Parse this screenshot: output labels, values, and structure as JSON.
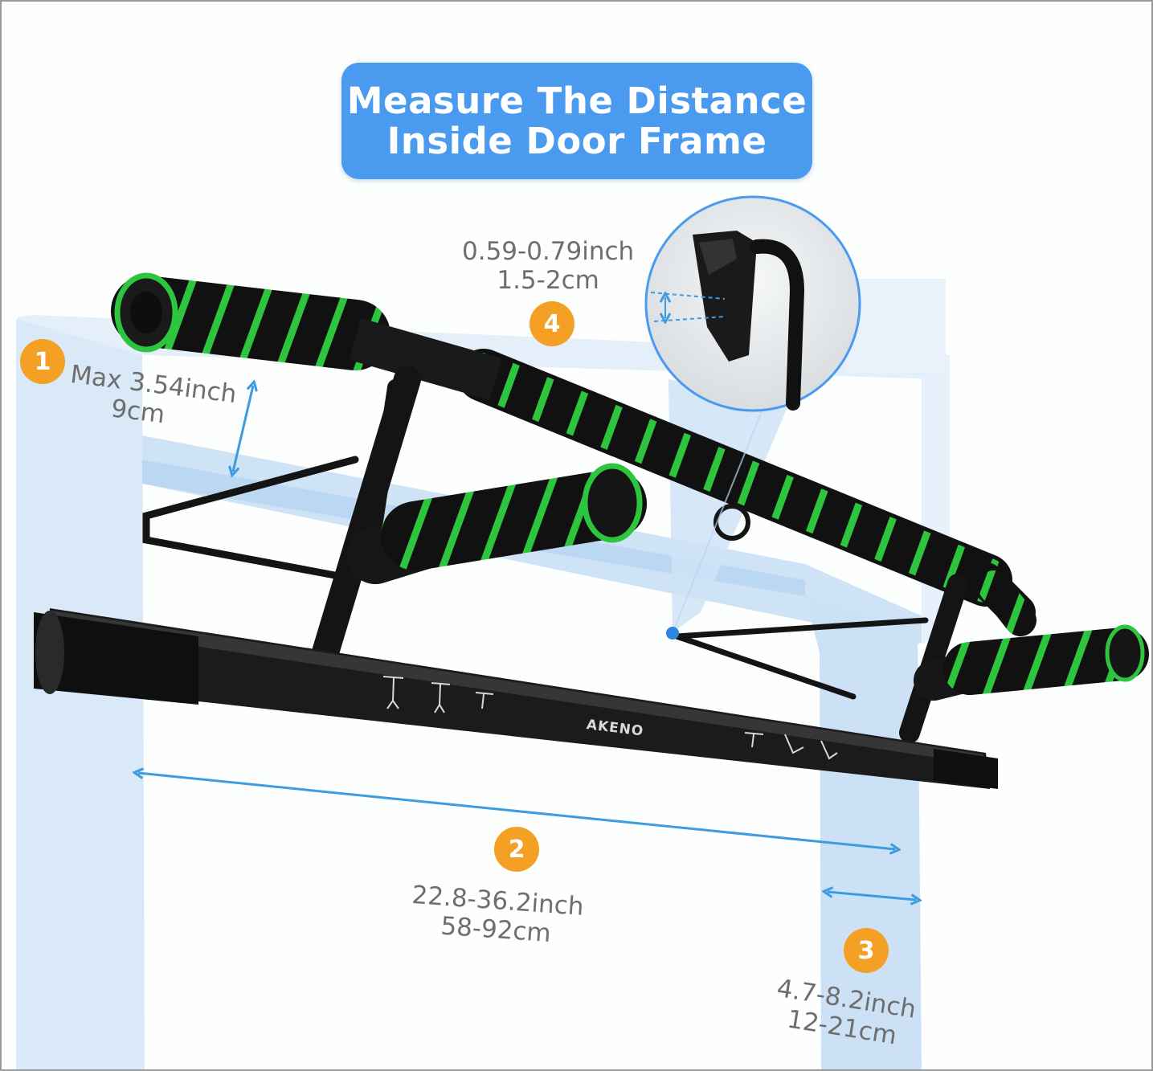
{
  "title": {
    "line1": "Measure The Distance",
    "line2": "Inside Door Frame"
  },
  "measurements": [
    {
      "step": "1",
      "line1": "Max 3.54inch",
      "line2": "9cm"
    },
    {
      "step": "2",
      "line1": "22.8-36.2inch",
      "line2": "58-92cm"
    },
    {
      "step": "3",
      "line1": "4.7-8.2inch",
      "line2": "12-21cm"
    },
    {
      "step": "4",
      "line1": "0.59-0.79inch",
      "line2": "1.5-2cm"
    }
  ],
  "brand": "AKENO",
  "colors": {
    "title_background": "#4a9af0",
    "badge": "#f4a024",
    "arrow": "#3d9be0",
    "foam_accent": "#2ec53e",
    "door_frame": "#cfe3f7"
  },
  "icons": [
    "pull-up-bar-image",
    "zoom-detail-circle",
    "exercise-figure-icon"
  ]
}
